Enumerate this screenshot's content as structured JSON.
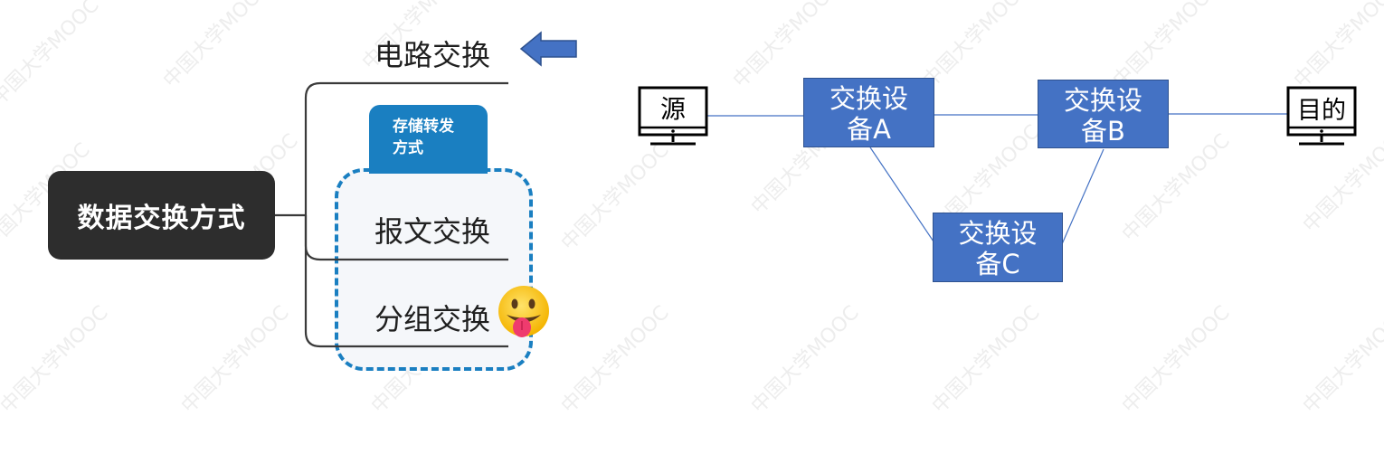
{
  "watermark": {
    "text": "中国大学MOOC"
  },
  "mindmap": {
    "root": "数据交换方式",
    "branches": [
      {
        "label": "电路交换"
      },
      {
        "label": "报文交换"
      },
      {
        "label": "分组交换"
      }
    ],
    "group_tag": {
      "line1": "存储转发",
      "line2": "方式"
    },
    "arrow_icon": "left-arrow-icon",
    "emoji_icon": "tongue-out-face-emoji"
  },
  "network": {
    "source": "源",
    "destination": "目的",
    "switches": [
      {
        "line1": "交换设",
        "line2": "备A"
      },
      {
        "line1": "交换设",
        "line2": "备B"
      },
      {
        "line1": "交换设",
        "line2": "备C"
      }
    ]
  },
  "colors": {
    "root_bg": "#2d2d2d",
    "accent_blue": "#1a7fc1",
    "switch_fill": "#4472c4",
    "arrow_fill": "#4472c4",
    "link_line": "#4472c4"
  }
}
